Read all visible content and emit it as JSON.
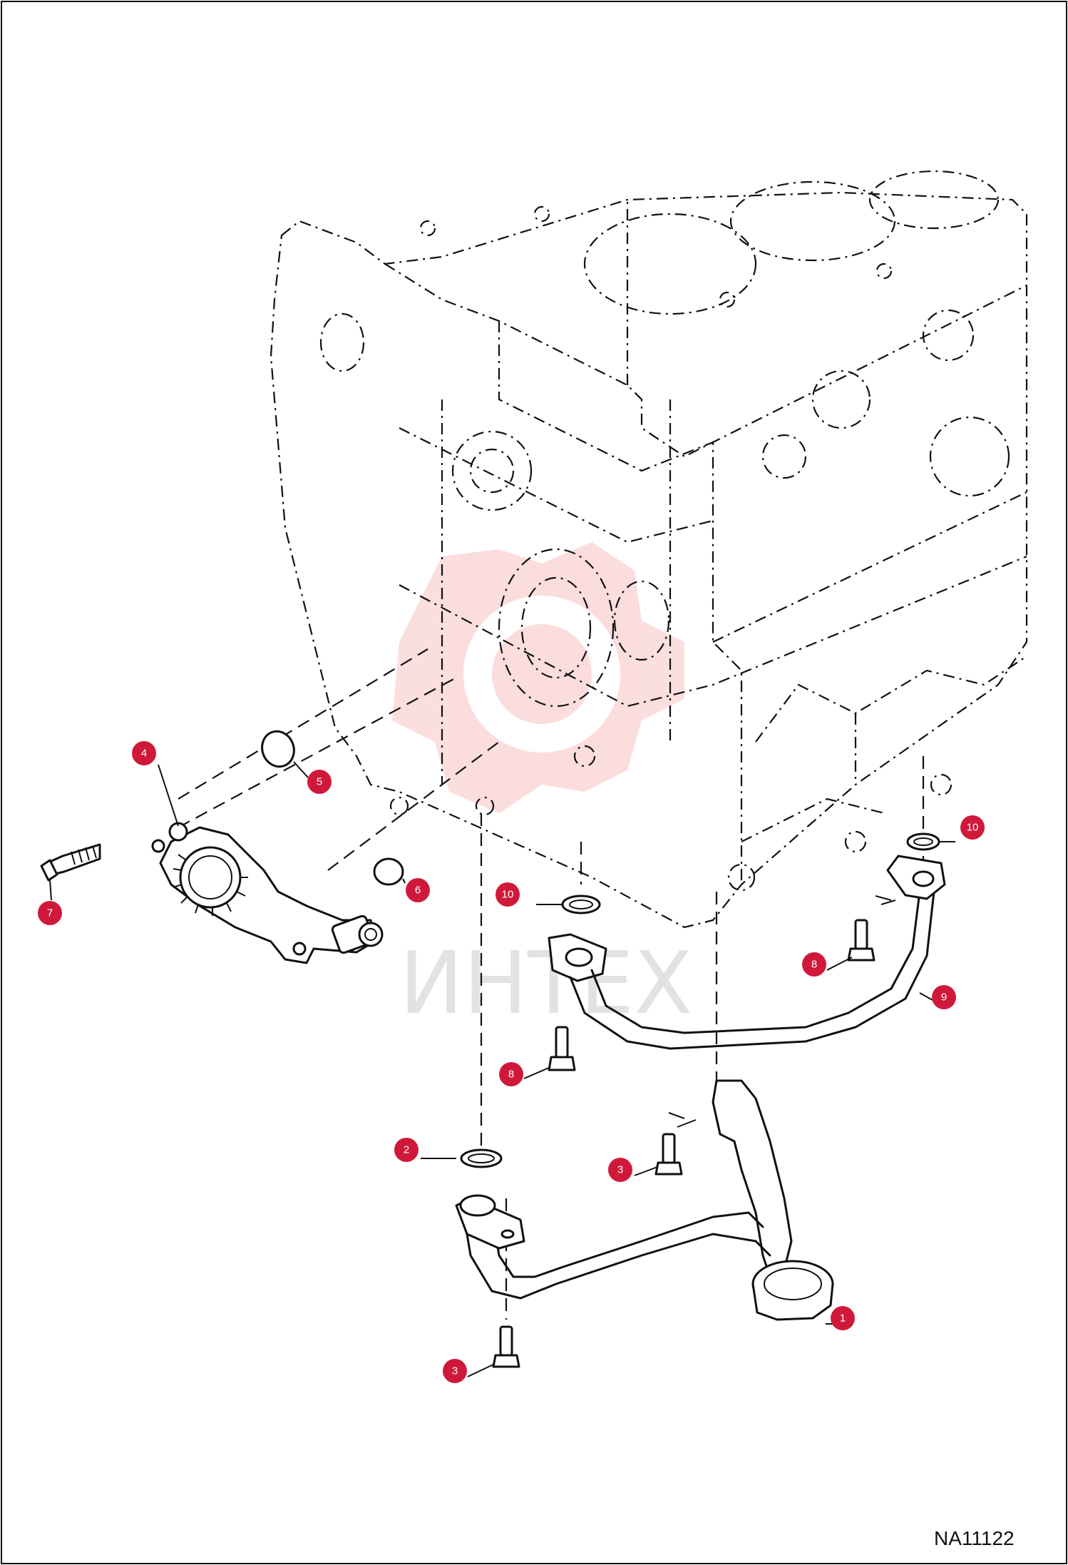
{
  "diagram": {
    "drawing_code": "NA11122",
    "watermark_text": "ИНТЕХ",
    "callout_color": "#d0193a",
    "callouts": [
      {
        "id": "1",
        "label": "1"
      },
      {
        "id": "2",
        "label": "2"
      },
      {
        "id": "3a",
        "label": "3"
      },
      {
        "id": "3b",
        "label": "3"
      },
      {
        "id": "4",
        "label": "4"
      },
      {
        "id": "5",
        "label": "5"
      },
      {
        "id": "6",
        "label": "6"
      },
      {
        "id": "7",
        "label": "7"
      },
      {
        "id": "8a",
        "label": "8"
      },
      {
        "id": "8b",
        "label": "8"
      },
      {
        "id": "9",
        "label": "9"
      },
      {
        "id": "10a",
        "label": "10"
      },
      {
        "id": "10b",
        "label": "10"
      }
    ]
  }
}
